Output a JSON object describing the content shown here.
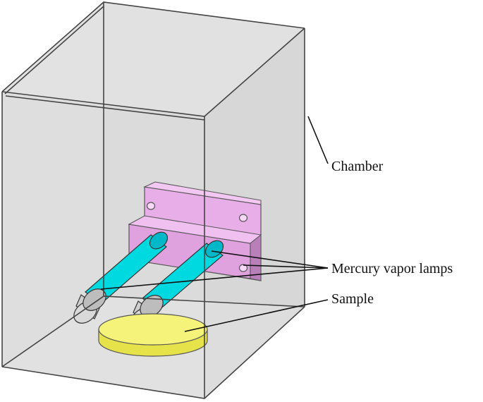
{
  "labels": {
    "chamber": "Chamber",
    "lamps": "Mercury vapor lamps",
    "sample": "Sample"
  },
  "colors": {
    "chamber_face": "#d9d9d9",
    "chamber_floor": "#e4e4e4",
    "chamber_edge": "#444444",
    "lamp_tube": "#00e5e5",
    "lamp_tube_dark": "#00a8b8",
    "lamp_cap": "#cfcfcf",
    "holder": "#e6a8e6",
    "holder_dark": "#b57cb5",
    "sample": "#f2f06a",
    "sample_rim": "#d9d64a"
  }
}
